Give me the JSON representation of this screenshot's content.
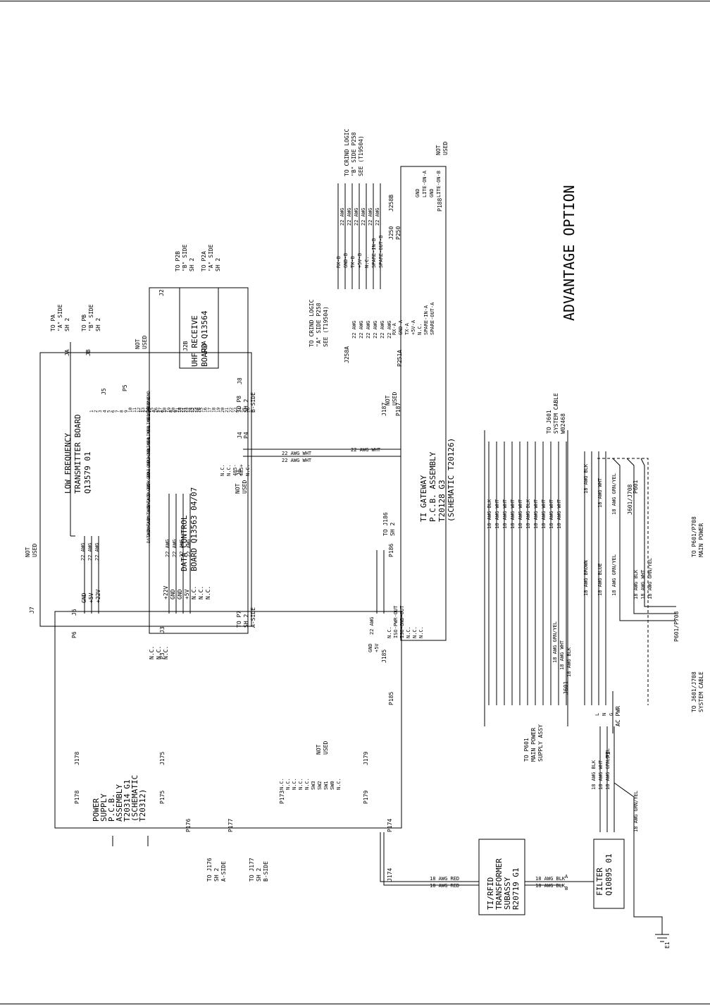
{
  "title": "ADVANTAGE OPTION",
  "boards": {
    "lf": {
      "name": [
        "LOW FREQUENCY",
        "TRANSMITTER BOARD",
        "Q13579 01"
      ]
    },
    "dc": {
      "name": [
        "DATA CONTROL",
        "BOARD Q13563 04/07"
      ]
    },
    "uhf": {
      "name": [
        "UHF RECEIVE",
        "BOARD Q13564"
      ]
    },
    "ti": {
      "name": [
        "TI GATEWAY",
        "P.C.B. ASSEMBLY",
        "T20128 G3",
        "(SCHEMATIC T20126)"
      ]
    },
    "ps": {
      "name": [
        "POWER",
        "SUPPLY",
        "P.C.B.",
        "ASSEMBLY",
        "T20314 G1",
        "(SCHEMATIC",
        "T20312)"
      ]
    },
    "xfmr": {
      "name": [
        "TI/RFID",
        "TRANSFORMER",
        "SUBASSY",
        "R20719 G1"
      ]
    },
    "filter": {
      "name": [
        "FILTER",
        "Q10895 01"
      ]
    }
  },
  "refs": {
    "to_pa": [
      "TO PA",
      "\"A\" SIDE",
      "SH 2"
    ],
    "to_pb": [
      "TO PB",
      "\"B\" SIDE",
      "SH 2"
    ],
    "to_p2b": [
      "TO P2B",
      "\"B\" SIDE",
      "SH 2"
    ],
    "to_p2a": [
      "TO P2A",
      "\"A\" SIDE",
      "SH 2"
    ],
    "crind_b": [
      "TO CRIND LOGIC",
      "\"B\" SIDE P258",
      "SEE (T19504)"
    ],
    "crind_a": [
      "TO CRIND LOGIC",
      "\"A\" SIDE P258",
      "SEE (T19504)"
    ],
    "to_p8": [
      "TO P8",
      "SH 2",
      "B-SIDE"
    ],
    "to_p7": [
      "TO P7",
      "SH 2",
      "A-SIDE"
    ],
    "to_j186": [
      "TO J186",
      "SH 2"
    ],
    "to_j601": [
      "TO J601",
      "SYSTEM CABLE",
      "W02468"
    ],
    "to_p601_main": [
      "TO P601",
      "MAIN POWER",
      "SUPPLY ASSY"
    ],
    "to_p601_p708": [
      "TO P601/P708",
      "MAIN POWER"
    ],
    "to_j601_j708": [
      "TO J601/J708",
      "SYSTEM CABLE"
    ],
    "to_j176": [
      "TO J176",
      "SH 2",
      "A-SIDE"
    ],
    "to_j177": [
      "TO J177",
      "SH 2",
      "B-SIDE"
    ]
  },
  "not_used": [
    "NOT",
    "USED"
  ],
  "connectors": {
    "J7": "J7",
    "J6": "J6",
    "P6": "P6",
    "JA": "JA",
    "JB": "JB",
    "J5": "J5",
    "P5": "P5",
    "J2": "J2",
    "J2B": "J2B",
    "J2A": "J2A",
    "J8": "J8",
    "J4": "J4",
    "P4": "P4",
    "J3": "J3",
    "P3": "P3",
    "J178": "J178",
    "P178": "P178",
    "J175": "J175",
    "P175": "P175",
    "P173": "P173",
    "J179": "J179",
    "P179": "P179",
    "P176": "P176",
    "P177": "P177",
    "P174": "P174",
    "J174": "J174",
    "J185": "J185",
    "P185": "P185",
    "P186": "P186",
    "P187": "P187",
    "J187": "J187",
    "P251A": "P251A",
    "J258A": "J258A",
    "J258B": "J258B",
    "J250": "J250",
    "P250": "P250",
    "P188": "P188",
    "P601": "P601",
    "J601": "J601",
    "J601_J708": "J601/J708",
    "P601_P708": "P601/P708",
    "P3_AC": "P3",
    "E1": "E1",
    "J6_dc": "J6"
  },
  "labels": {
    "ac_pwr": "AC PWR",
    "pins_126": [
      "1",
      "2",
      "3",
      "4",
      "5",
      "6",
      "7",
      "8",
      "9",
      "10",
      "11",
      "12",
      "13",
      "14",
      "15",
      "16",
      "17",
      "18",
      "19",
      "20",
      "21",
      "22",
      "23",
      "24",
      "25",
      "26"
    ],
    "j5_signals": [
      "DATA-A+",
      "GND",
      "DATA-A-",
      "GND",
      "DATA-B+",
      "GND",
      "DATA-B-",
      "GND",
      "TX-EN+",
      "GND",
      "TX-EN-",
      "GND",
      "AB-SEL+",
      "GND",
      "AB-SEL-",
      "GND",
      "LINE+",
      "GND",
      "LINE-",
      "GND",
      "LINE-A+",
      "GND",
      "LINE-A-",
      "GND",
      "GND",
      "GND"
    ],
    "j6_lf": [
      "GND",
      "+5V",
      "+22V"
    ],
    "j3_signals": [
      "+22V",
      "GND",
      "GND",
      "+5V",
      "N.C.",
      "N.C.",
      "N.C."
    ],
    "p3_left": [
      "N.C.",
      "N.C.",
      "N.C."
    ],
    "p173_left": [
      "N.C.",
      "N.C.",
      "N.C.",
      "N.C.",
      "N.C.",
      "SW3",
      "SW2",
      "SW1",
      "SW0",
      "N.C."
    ],
    "j4_signals": [
      "N.C.",
      "N.C.",
      "485-",
      "485+",
      "N.C."
    ],
    "j185_signals": [
      "N.C.",
      "ISO-PWR-OUT",
      "ISO-GND-OUT",
      "N.C.",
      "N.C.",
      "N.C."
    ],
    "j185_left": [
      "GND",
      "+5V"
    ],
    "j258a_signals": [
      "RX-A",
      "GND-A",
      "TX-A",
      "+5V-A",
      "N.C.",
      "SPARE-IN-A",
      "SPARE-OUT-A"
    ],
    "j258b_signals": [
      "RX-B",
      "GND-B",
      "TX-B",
      "+5V-B",
      "N.C.",
      "SPARE-IN-B",
      "SPARE-OUT-B"
    ],
    "p188_signals": [
      "GND",
      "LITE-ON-A",
      "GND",
      "LITE-ON-B"
    ],
    "awg22": "22 AWG",
    "awg22_wht": "22 AWG WHT",
    "awg18_wht": "18 AWG WHT",
    "awg18_blk": "18 AWG BLK",
    "awg18_brown": "18 AWG BROWN",
    "awg18_blue": "18 AWG BLUE",
    "awg18_grnyel": "18 AWG GRN/YEL",
    "awg18_red": "18 AWG RED",
    "nc": "N.C.",
    "pin_A": "A",
    "pin_B": "B",
    "pin_L": "L",
    "pin_N": "N",
    "pin_G": "G"
  }
}
